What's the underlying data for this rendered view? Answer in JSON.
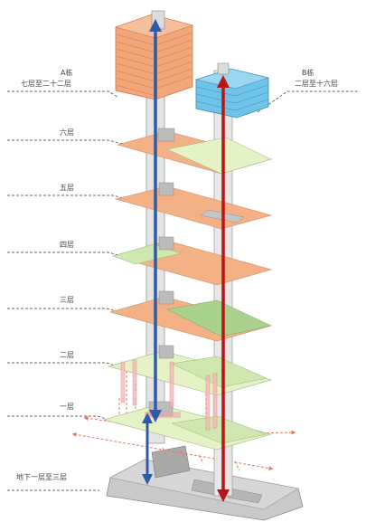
{
  "tower_a": {
    "name": "A栋",
    "floors": "七层至二十二层"
  },
  "tower_b": {
    "name": "B栋",
    "floors": "二层至十六层"
  },
  "floor_labels": [
    "六层",
    "五层",
    "四层",
    "三层",
    "二层",
    "一层",
    "地下一层至三层"
  ],
  "colors": {
    "tower_a_fill": "#f2a679",
    "tower_b_fill": "#6ec3e8",
    "plate_orange": "#f4b185",
    "plate_green": "#cfe8b0",
    "plate_lightgreen": "#e5f2c6",
    "basement": "#c9c9c9",
    "core": "#b7b7b7",
    "arrow_blue": "#2f5aa8",
    "arrow_red": "#b51616",
    "ground_arrows": "#e8756a"
  }
}
